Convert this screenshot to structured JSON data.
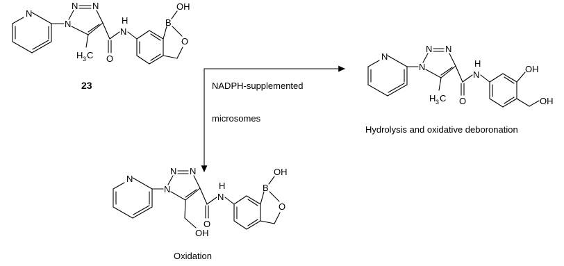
{
  "compound_number": "23",
  "conditions": {
    "line1": "NADPH-supplemented",
    "line2": "microsomes"
  },
  "products": {
    "oxidation_label": "Oxidation",
    "hydrolysis_label": "Hydrolysis and oxidative deboronation"
  },
  "atoms": {
    "N": "N",
    "O": "O",
    "B": "B",
    "H": "H",
    "OH": "OH",
    "methyl_H": "H",
    "methyl_sub": "3",
    "methyl_C": "C"
  }
}
